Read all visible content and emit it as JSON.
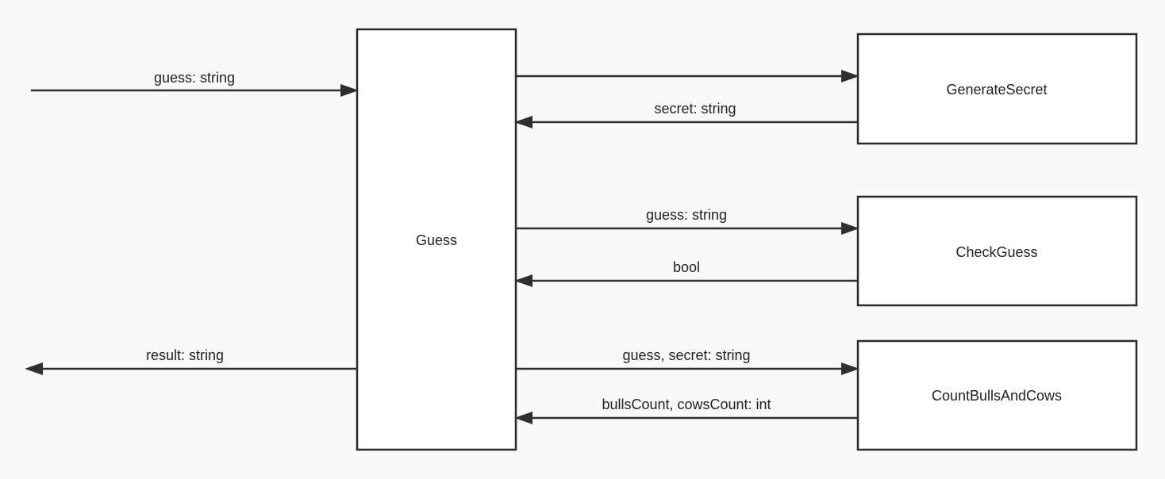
{
  "diagram": {
    "nodes": {
      "guess": {
        "label": "Guess"
      },
      "generate_secret": {
        "label": "GenerateSecret"
      },
      "check_guess": {
        "label": "CheckGuess"
      },
      "count_bulls_and_cows": {
        "label": "CountBullsAndCows"
      }
    },
    "edges": {
      "input_guess": {
        "label": "guess: string"
      },
      "output_result": {
        "label": "result: string"
      },
      "to_generate_secret": {
        "label": ""
      },
      "from_generate_secret": {
        "label": "secret: string"
      },
      "to_check_guess": {
        "label": "guess: string"
      },
      "from_check_guess": {
        "label": "bool"
      },
      "to_count_bulls_and_cows": {
        "label": "guess, secret: string"
      },
      "from_count_bulls_and_cows": {
        "label": "bullsCount, cowsCount: int"
      }
    }
  },
  "colors": {
    "background": "#f9f9f9",
    "box_fill": "#ffffff",
    "stroke": "#2b2b2b",
    "text": "#222222"
  }
}
